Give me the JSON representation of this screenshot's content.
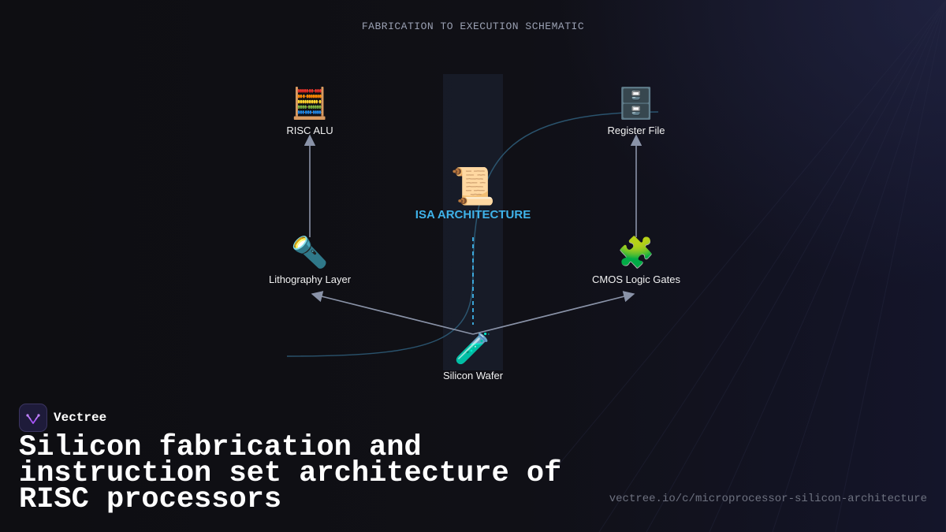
{
  "schematic_title": "FABRICATION TO EXECUTION SCHEMATIC",
  "nodes": {
    "risc_alu": {
      "icon": "🧮",
      "icon_name": "abacus-icon",
      "label": "RISC ALU"
    },
    "register_file": {
      "icon": "🗄️",
      "icon_name": "file-cabinet-icon",
      "label": "Register File"
    },
    "isa": {
      "icon": "📜",
      "icon_name": "scroll-icon",
      "label": "ISA ARCHITECTURE"
    },
    "lithography": {
      "icon": "🔦",
      "icon_name": "flashlight-icon",
      "label": "Lithography Layer"
    },
    "cmos": {
      "icon": "🧩",
      "icon_name": "puzzle-piece-icon",
      "label": "CMOS Logic Gates"
    },
    "wafer": {
      "icon": "🧪",
      "icon_name": "test-tube-icon",
      "label": "Silicon Wafer"
    }
  },
  "edges": [
    {
      "from": "wafer",
      "to": "lithography",
      "style": "solid"
    },
    {
      "from": "wafer",
      "to": "cmos",
      "style": "solid"
    },
    {
      "from": "lithography",
      "to": "risc_alu",
      "style": "solid"
    },
    {
      "from": "cmos",
      "to": "register_file",
      "style": "solid"
    },
    {
      "from": "isa",
      "to": "wafer",
      "style": "dashed"
    }
  ],
  "colors": {
    "accent": "#3fb3ea",
    "edge": "#8a93a8",
    "curve": "#2f5f7c",
    "background": "#0e0e12"
  },
  "brand": {
    "name": "Vectree"
  },
  "headline": "Silicon fabrication and instruction set architecture of RISC processors",
  "url": "vectree.io/c/microprocessor-silicon-architecture"
}
